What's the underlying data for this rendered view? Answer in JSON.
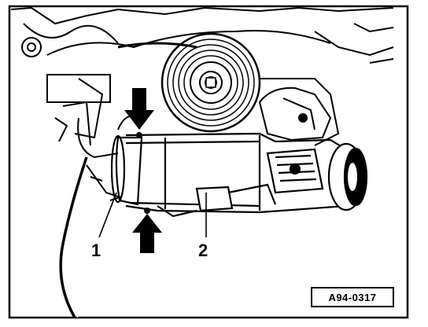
{
  "diagram": {
    "callouts": [
      {
        "id": "1",
        "label": "1"
      },
      {
        "id": "2",
        "label": "2"
      }
    ],
    "figure_id": "A94-0317",
    "colors": {
      "ink": "#000000",
      "paper": "#ffffff"
    }
  }
}
